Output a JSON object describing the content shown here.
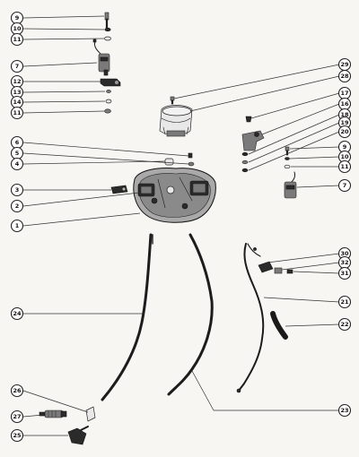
{
  "diagram": {
    "callouts": {
      "c9a": "9",
      "c10a": "10",
      "c11a": "11",
      "c7a": "7",
      "c12": "12",
      "c13": "13",
      "c14": "14",
      "c11b": "11",
      "c6": "6",
      "c5": "5",
      "c4": "4",
      "c3": "3",
      "c2": "2",
      "c1": "1",
      "c24": "24",
      "c26": "26",
      "c27": "27",
      "c25": "25",
      "c29": "29",
      "c28": "28",
      "c17": "17",
      "c16": "16",
      "c18": "18",
      "c19": "19",
      "c20": "20",
      "c9b": "9",
      "c10b": "10",
      "c11c": "11",
      "c7b": "7",
      "c30": "30",
      "c32": "32",
      "c31": "31",
      "c21": "21",
      "c22": "22",
      "c23": "23"
    }
  }
}
